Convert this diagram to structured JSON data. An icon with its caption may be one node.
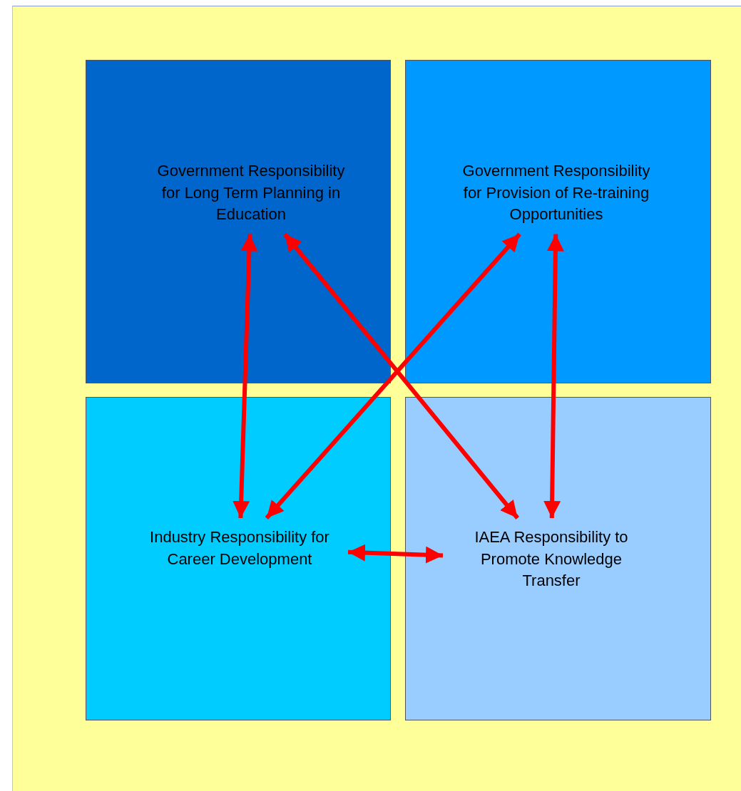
{
  "diagram": {
    "nodes": [
      {
        "text": [
          "Government Responsibility for Long Term Planning in Education"
        ]
      },
      {
        "text": [
          "Government Responsibility for Provision of Re-training Opportunities"
        ]
      },
      {
        "text": [
          "Industry Responsibility for Career Development"
        ]
      },
      {
        "text": [
          "IAEA Responsibility to Promote Knowledge Transfer"
        ]
      }
    ],
    "edges": [
      {
        "from": 0,
        "to": 2,
        "arrow": "both"
      },
      {
        "from": 0,
        "to": 3,
        "arrow": "both"
      },
      {
        "from": 1,
        "to": 2,
        "arrow": "both"
      },
      {
        "from": 1,
        "to": 3,
        "arrow": "both"
      },
      {
        "from": 2,
        "to": 3,
        "arrow": "both"
      }
    ]
  }
}
